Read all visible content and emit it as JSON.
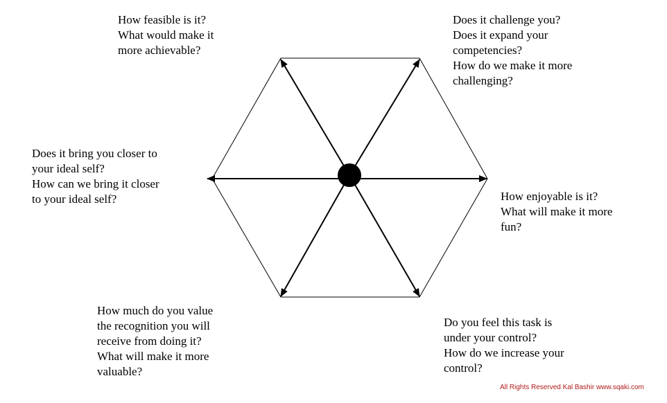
{
  "questions": {
    "top_left": [
      "How feasible is it?",
      "What would make it",
      "more achievable?"
    ],
    "top_right": [
      "Does it challenge you?",
      "Does it expand your",
      "competencies?",
      "How do we make it more",
      "challenging?"
    ],
    "left": [
      "Does it bring you closer to",
      "your ideal self?",
      "How can we bring it closer",
      "to your ideal self?"
    ],
    "right": [
      "How enjoyable is it?",
      "What will make it more",
      "fun?"
    ],
    "bottom_left": [
      "How much do you value",
      "the recognition you will",
      "receive from doing it?",
      "What will make it more",
      "valuable?"
    ],
    "bottom_right": [
      "Do you feel this task is",
      "under your control?",
      "How do we increase your",
      "control?"
    ]
  },
  "footer": "All Rights Reserved Kal Bashir www.sqaki.com",
  "colors": {
    "footer": "#b01a1a",
    "lines": "#000000"
  }
}
